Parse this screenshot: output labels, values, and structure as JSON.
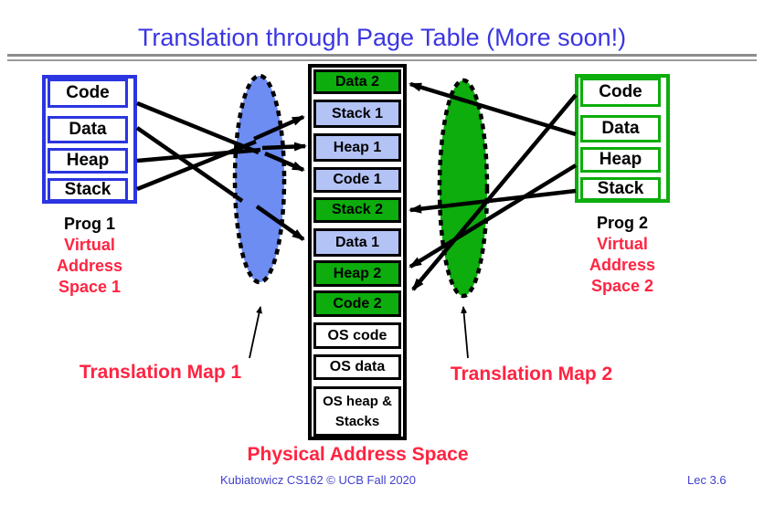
{
  "title": "Translation through Page Table (More soon!)",
  "prog1": {
    "cells": [
      "Code",
      "Data",
      "Heap",
      "Stack"
    ],
    "name": "Prog 1",
    "caption": [
      "Virtual",
      "Address",
      "Space 1"
    ]
  },
  "prog2": {
    "cells": [
      "Code",
      "Data",
      "Heap",
      "Stack"
    ],
    "name": "Prog 2",
    "caption": [
      "Virtual",
      "Address",
      "Space 2"
    ]
  },
  "physical_memory": {
    "cells": [
      "Data 2",
      "Stack 1",
      "Heap 1",
      "Code 1",
      "Stack 2",
      "Data 1",
      "Heap 2",
      "Code 2",
      "OS code",
      "OS data",
      "OS heap & Stacks"
    ],
    "owners": [
      "prog2",
      "prog1",
      "prog1",
      "prog1",
      "prog2",
      "prog1",
      "prog2",
      "prog2",
      "os",
      "os",
      "os"
    ],
    "caption": "Physical Address Space"
  },
  "translation": {
    "map1_label": "Translation Map 1",
    "map2_label": "Translation Map 2"
  },
  "footer": {
    "credit": "Kubiatowicz CS162 © UCB Fall 2020",
    "lecture": "Lec 3.6"
  },
  "colors": {
    "title_text": "#3a35e2",
    "prog1_accent": "#2b35e0",
    "prog2_accent": "#0cad0c",
    "prog1_page_fill": "#b4c3f6",
    "prog2_page_fill": "#0cad0c",
    "map1_ellipse_fill": "#6d8df2",
    "map2_ellipse_fill": "#0cad0c",
    "highlight_text": "#ff2442",
    "footer_text": "#4040cf"
  }
}
